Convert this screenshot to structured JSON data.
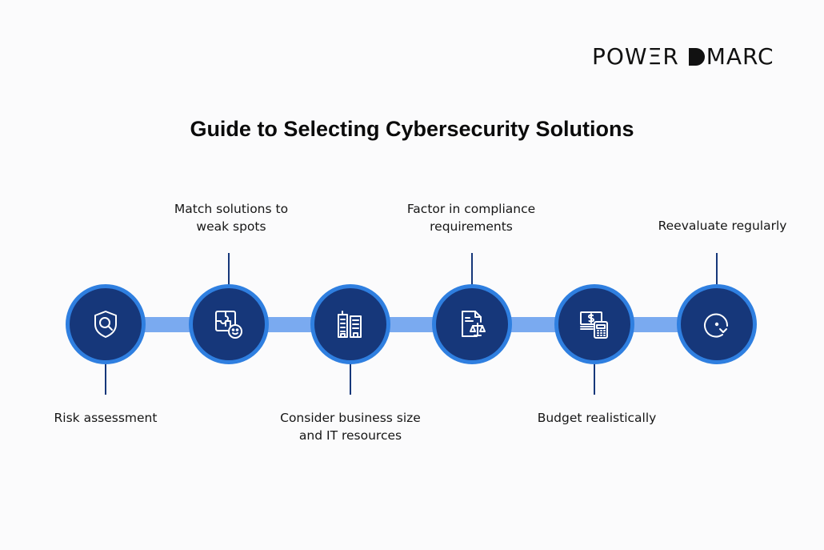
{
  "logo": {
    "text_left": "POW",
    "text_e": "Ξ",
    "text_r": "R",
    "text_right": "MARC",
    "brand": "POWERDMARC"
  },
  "title": "Guide to Selecting Cybersecurity Solutions",
  "colors": {
    "node_fill": "#16377a",
    "node_ring": "#2f7fe0",
    "connector": "#7aaaf0",
    "stem": "#16377a"
  },
  "steps": [
    {
      "label_line1": "Risk assessment",
      "label_line2": "",
      "position": "below",
      "icon": "shield-search-icon"
    },
    {
      "label_line1": "Match solutions to",
      "label_line2": "weak spots",
      "position": "above",
      "icon": "puzzle-face-icon"
    },
    {
      "label_line1": "Consider business size",
      "label_line2": "and IT resources",
      "position": "below",
      "icon": "buildings-icon"
    },
    {
      "label_line1": "Factor in compliance",
      "label_line2": "requirements",
      "position": "above",
      "icon": "document-scale-icon"
    },
    {
      "label_line1": "Budget realistically",
      "label_line2": "",
      "position": "below",
      "icon": "money-calculator-icon"
    },
    {
      "label_line1": "Reevaluate regularly",
      "label_line2": "",
      "position": "above",
      "icon": "circular-arrow-icon"
    }
  ]
}
